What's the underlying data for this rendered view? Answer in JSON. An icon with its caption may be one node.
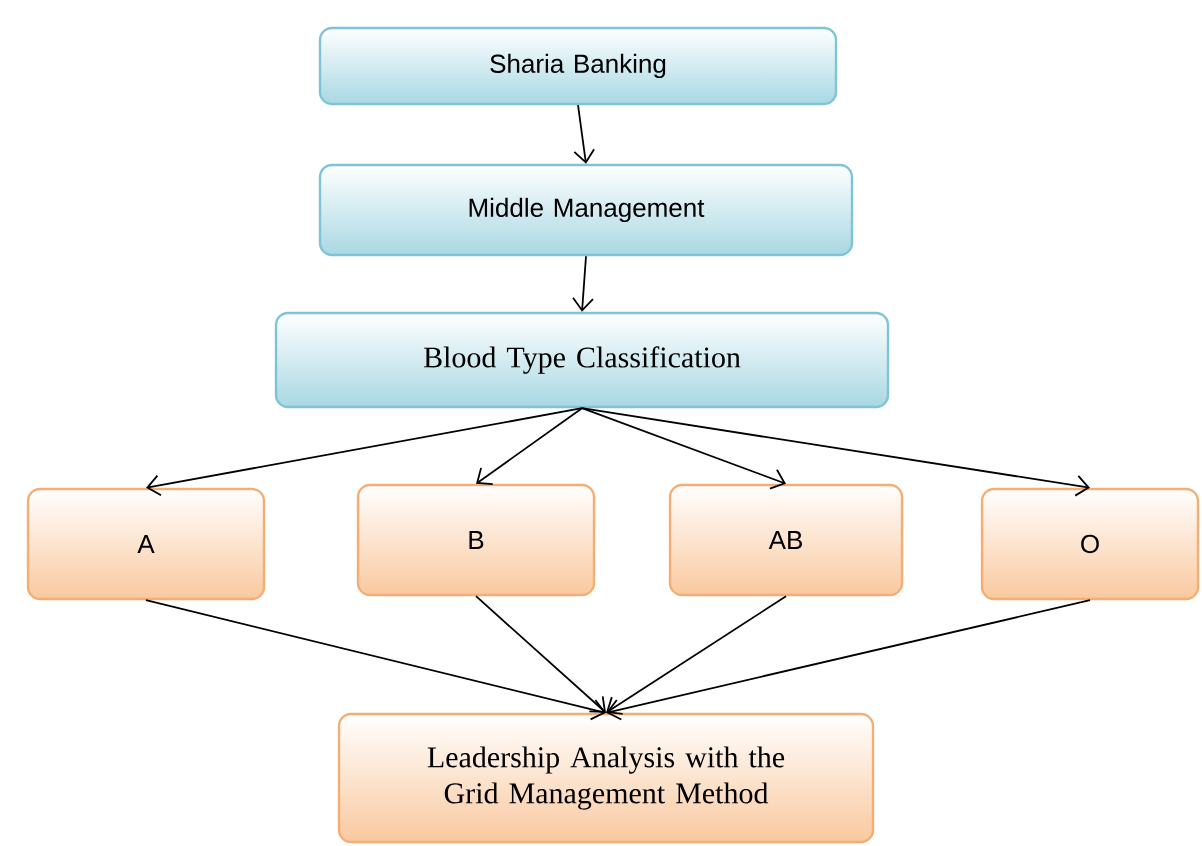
{
  "diagram": {
    "nodes": [
      {
        "text": [
          "Sharia Banking"
        ]
      },
      {
        "text": [
          "Middle Management"
        ]
      },
      {
        "text": [
          "Blood Type Classification"
        ]
      },
      {
        "text": [
          "A"
        ]
      },
      {
        "text": [
          "B"
        ]
      },
      {
        "text": [
          "AB"
        ]
      },
      {
        "text": [
          "O"
        ]
      },
      {
        "text": [
          "Leadership Analysis with the Grid Management Method"
        ]
      }
    ],
    "edges": [
      {
        "from": 0,
        "to": 1,
        "arrow": "to"
      },
      {
        "from": 1,
        "to": 2,
        "arrow": "to"
      },
      {
        "from": 2,
        "to": 3,
        "arrow": "to"
      },
      {
        "from": 2,
        "to": 4,
        "arrow": "to"
      },
      {
        "from": 2,
        "to": 5,
        "arrow": "to"
      },
      {
        "from": 2,
        "to": 6,
        "arrow": "to"
      },
      {
        "from": 3,
        "to": 7,
        "arrow": "to"
      },
      {
        "from": 4,
        "to": 7,
        "arrow": "to"
      },
      {
        "from": 5,
        "to": 7,
        "arrow": "to"
      },
      {
        "from": 6,
        "to": 7,
        "arrow": "to"
      }
    ]
  }
}
